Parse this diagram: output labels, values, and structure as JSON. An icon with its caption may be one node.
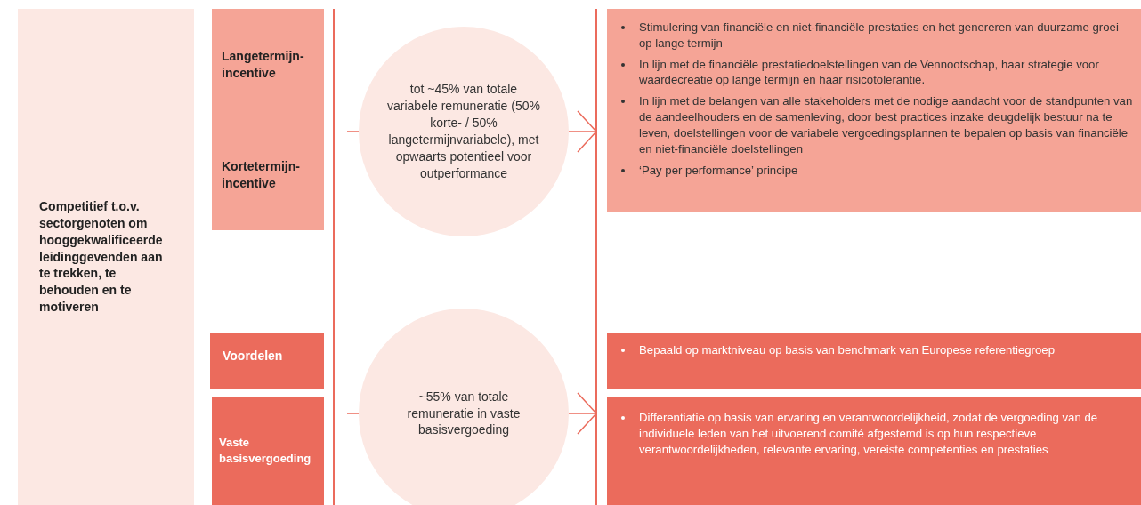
{
  "diagram": {
    "nodes": [
      {
        "text": [
          "Competitief t.o.v. sectorgenoten om hooggekwalificeerde leidinggevenden aan te trekken, te behouden en te motiveren"
        ]
      },
      {
        "text": [
          "Langetermijn-incentive"
        ]
      },
      {
        "text": [
          "Kortetermijn-incentive"
        ]
      },
      {
        "text": [
          "Voordelen"
        ]
      },
      {
        "text": [
          "Vaste basisvergoeding"
        ]
      },
      {
        "text": [
          "tot ~45% van totale variabele remuneratie (50% korte- / 50% langetermijnvariabele), met opwaarts potentieel voor outperformance"
        ]
      },
      {
        "text": [
          "~55% van totale remuneratie in vaste basisvergoeding"
        ]
      },
      {
        "text": [
          "Stimulering van financiële en niet-financiële prestaties en het genereren van duurzame groei op lange termijn",
          "In lijn met de financiële prestatiedoelstellingen van de Vennootschap, haar strategie voor waardecreatie op lange termijn en haar risicotolerantie.",
          "In lijn met de belangen van alle stakeholders met de nodige aandacht voor de standpunten van de aandeelhouders en de samenleving, door best practices inzake deugdelijk bestuur na te leven, doelstellingen voor de variabele vergoedingsplannen te bepalen op basis van financiële en niet-financiële doelstellingen",
          "‘Pay per performance’ principe"
        ]
      },
      {
        "text": [
          "Bepaald op marktniveau op basis van benchmark van Europese referentiegroep"
        ]
      },
      {
        "text": [
          "Differentiatie op basis van ervaring en verantwoordelijkheid, zodat de vergoeding van de individuele leden van het uitvoerend comité afgestemd is op hun respectieve verantwoordelijkheden, relevante ervaring, vereiste competenties en prestaties"
        ]
      }
    ],
    "edges": [
      {
        "from": null,
        "to": 5,
        "arrow": "none"
      },
      {
        "from": 5,
        "to": 7,
        "arrow": "to"
      },
      {
        "from": null,
        "to": 6,
        "arrow": "none"
      },
      {
        "from": 6,
        "to": 9,
        "arrow": "to"
      }
    ]
  }
}
